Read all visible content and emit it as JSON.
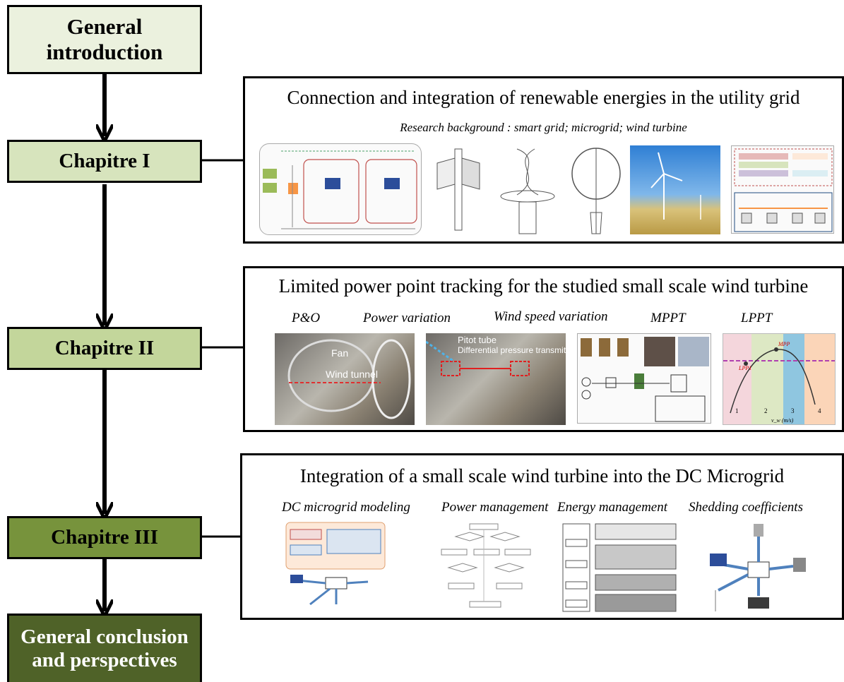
{
  "flow": {
    "general_intro": "General introduction",
    "chapter1": "Chapitre I",
    "chapter2": "Chapitre II",
    "chapter3": "Chapitre III",
    "conclusion": "General conclusion and perspectives"
  },
  "panel1": {
    "title": "Connection and integration of renewable energies in the utility grid",
    "subtitle": "Research background : smart grid; microgrid; wind turbine"
  },
  "panel2": {
    "title": "Limited power point tracking for the studied small scale wind turbine",
    "labels": [
      "P&O",
      "Power variation",
      "Wind speed variation",
      "MPPT",
      "LPPT"
    ],
    "photo1_fan": "Fan",
    "photo1_tunnel": "Wind tunnel",
    "photo2_pitot": "Pitot tube",
    "photo2_pressure": "Differential pressure transmitters",
    "lppt_axis_x": "v_w (m/s)",
    "lppt_zones": [
      "1",
      "2",
      "3",
      "4"
    ],
    "lppt_labels": [
      "LPP1",
      "MPP"
    ]
  },
  "panel3": {
    "title": "Integration of a small scale wind turbine into the DC Microgrid",
    "labels": [
      "DC microgrid modeling",
      "Power management",
      "Energy management",
      "Shedding coefficients"
    ]
  },
  "colors": {
    "intro_fill": "#ebf1de",
    "ch1_fill": "#d7e4bd",
    "ch2_fill": "#c3d69b",
    "ch3_fill": "#77933c",
    "conclusion_fill": "#4f6228",
    "conclusion_text": "#ffffff"
  }
}
